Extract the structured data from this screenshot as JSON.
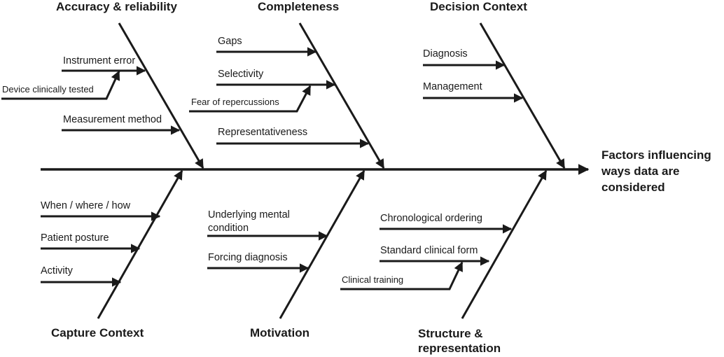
{
  "effect": {
    "line1": "Factors influencing",
    "line2": "ways data are",
    "line3": "considered"
  },
  "categories": {
    "accuracy": {
      "title": "Accuracy & reliability",
      "causes": {
        "instrument_error": "Instrument error",
        "device_tested": "Device clinically tested",
        "measurement_method": "Measurement method"
      }
    },
    "completeness": {
      "title": "Completeness",
      "causes": {
        "gaps": "Gaps",
        "selectivity": "Selectivity",
        "fear": "Fear of repercussions",
        "representativeness": "Representativeness"
      }
    },
    "decision": {
      "title": "Decision Context",
      "causes": {
        "diagnosis": "Diagnosis",
        "management": "Management"
      }
    },
    "capture": {
      "title": "Capture Context",
      "causes": {
        "when_where_how": "When / where / how",
        "posture": "Patient posture",
        "activity": "Activity"
      }
    },
    "motivation": {
      "title": "Motivation",
      "causes": {
        "mental_line1": "Underlying mental",
        "mental_line2": "condition",
        "forcing": "Forcing diagnosis"
      }
    },
    "structure": {
      "title_line1": "Structure &",
      "title_line2": "representation",
      "causes": {
        "chronological": "Chronological ordering",
        "standard_form": "Standard clinical form",
        "training": "Clinical training"
      }
    }
  }
}
